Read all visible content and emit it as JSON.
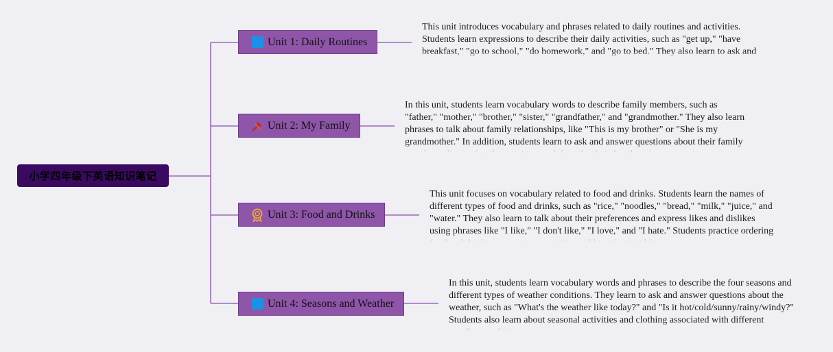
{
  "root": {
    "title": "小学四年级下英语知识笔记"
  },
  "colors": {
    "root_bg": "#3a0a60",
    "topic_bg": "#8e55a8",
    "line": "#9a6ab8"
  },
  "topics": [
    {
      "label": "Unit 1: Daily Routines",
      "icon": "blue-square-icon",
      "note": "This unit introduces vocabulary and phrases related to daily routines and activities. Students learn expressions to describe their daily activities, such as \"get up,\" \"have breakfast,\" \"go to school,\" \"do homework,\" and \"go to bed.\" They also learn to ask and answer questions about daily routines."
    },
    {
      "label": "Unit 2: My Family",
      "icon": "tools-icon",
      "note": "In this unit, students learn vocabulary words to describe family members, such as \"father,\" \"mother,\" \"brother,\" \"sister,\" \"grandfather,\" and \"grandmother.\" They also learn phrases to talk about family relationships, like \"This is my brother\" or \"She is my grandmother.\" In addition, students learn to ask and answer questions about their family members, discuss family activities, and describe their family using possessive pronouns."
    },
    {
      "label": "Unit 3: Food and Drinks",
      "icon": "medal-icon",
      "note": "This unit focuses on vocabulary related to food and drinks. Students learn the names of different types of food and drinks, such as \"rice,\" \"noodles,\" \"bread,\" \"milk,\" \"juice,\" and \"water.\" They also learn to talk about their preferences and express likes and dislikes using phrases like \"I like,\" \"I don't like,\" \"I love,\" and \"I hate.\" Students practice ordering food and drinks in a restaurant setting and learn basic table manners."
    },
    {
      "label": "Unit 4: Seasons and Weather",
      "icon": "blue-square-icon",
      "note": "In this unit, students learn vocabulary words and phrases to describe the four seasons and different types of weather conditions. They learn to ask and answer questions about the weather, such as \"What's the weather like today?\" and \"Is it hot/cold/sunny/rainy/windy?\" Students also learn about seasonal activities and clothing associated with different weather conditions."
    }
  ]
}
